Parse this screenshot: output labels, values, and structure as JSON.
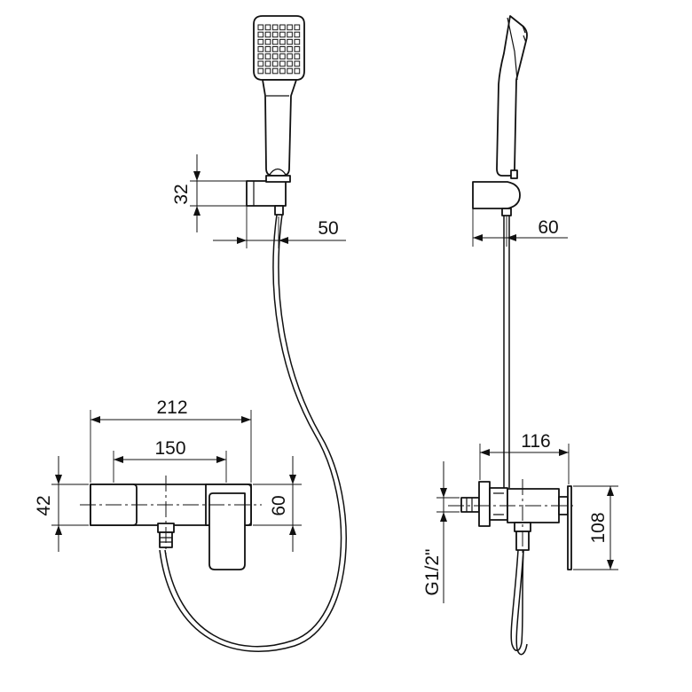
{
  "dimensions": {
    "holder_height": "32",
    "holder_offset_front": "50",
    "holder_offset_side": "60",
    "mixer_width_total": "212",
    "connection_spacing": "150",
    "mixer_body_height": "42",
    "handle_height": "60",
    "wall_projection": "116",
    "rosette_height": "108",
    "thread_size": "G1/2\""
  }
}
